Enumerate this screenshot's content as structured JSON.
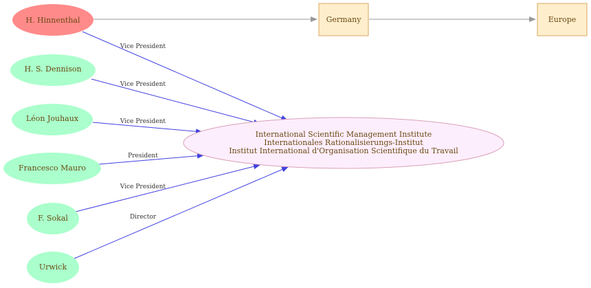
{
  "people": [
    {
      "id": "hinnenthal",
      "label": "H. Hinnenthal",
      "fill": "#ff8a8a"
    },
    {
      "id": "dennison",
      "label": "H. S. Dennison",
      "fill": "#aaffcc"
    },
    {
      "id": "jouhaux",
      "label": "Léon Jouhaux",
      "fill": "#aaffcc"
    },
    {
      "id": "mauro",
      "label": "Francesco Mauro",
      "fill": "#aaffcc"
    },
    {
      "id": "sokal",
      "label": "F. Sokal",
      "fill": "#aaffcc"
    },
    {
      "id": "urwick",
      "label": "Urwick",
      "fill": "#aaffcc"
    }
  ],
  "institute": {
    "lines": [
      "International Scientific Management Institute",
      "Internationales Rationalisierungs-Institut",
      "Institut International d'Organisation Scientifique du Travail"
    ],
    "fill": "#fdeefd",
    "stroke": "#d9a0b8"
  },
  "places": [
    {
      "id": "germany",
      "label": "Germany"
    },
    {
      "id": "europe",
      "label": "Europe"
    }
  ],
  "place_style": {
    "fill": "#ffeecc",
    "stroke": "#d9a860"
  },
  "roles": [
    {
      "from": "hinnenthal",
      "label": "Vice President"
    },
    {
      "from": "dennison",
      "label": "Vice President"
    },
    {
      "from": "jouhaux",
      "label": "Vice President"
    },
    {
      "from": "mauro",
      "label": "President"
    },
    {
      "from": "sokal",
      "label": "Vice President"
    },
    {
      "from": "urwick",
      "label": "Director"
    }
  ],
  "colors": {
    "role_edge": "#4040e0",
    "location_edge": "#999999"
  }
}
